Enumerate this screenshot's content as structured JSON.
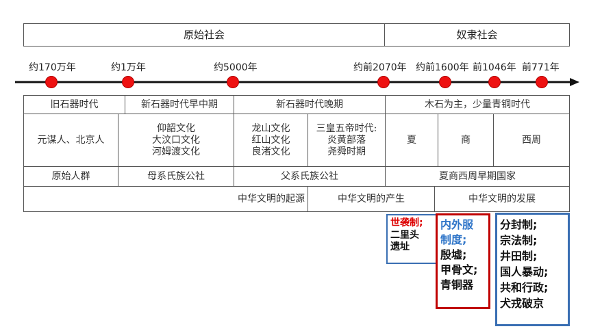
{
  "header": {
    "primitive": "原始社会",
    "slave": "奴隶社会"
  },
  "timeline": {
    "labels": [
      "约170万年",
      "约1万年",
      "约5000年",
      "约前2070年",
      "约前1600年",
      "前1046年",
      "前771年"
    ],
    "dot_color": "#ee1111"
  },
  "row_periods": [
    "旧石器时代",
    "新石器时代早中期",
    "新石器时代晚期",
    "木石为主，少量青铜时代"
  ],
  "row_cultures": [
    [
      "元谋人、北京人"
    ],
    [
      "仰韶文化",
      "大汶口文化",
      "河姆渡文化"
    ],
    [
      "龙山文化",
      "红山文化",
      "良渚文化"
    ],
    [
      "三皇五帝时代:",
      "炎黄部落",
      "尧舜时期"
    ],
    [
      "夏"
    ],
    [
      "商"
    ],
    [
      "西周"
    ]
  ],
  "row_society": [
    "原始人群",
    "母系氏族公社",
    "父系氏族公社",
    "夏商西周早期国家"
  ],
  "row_civilization": [
    "中华文明的起源",
    "中华文明的产生",
    "中华文明的发展"
  ],
  "notes": {
    "xia": {
      "red": "世袭制;",
      "black": [
        "二里头",
        "遗址"
      ]
    },
    "shang": {
      "blue": [
        "内外服",
        "制度;"
      ],
      "black": [
        "殷墟;",
        "甲骨文;",
        "青铜器"
      ]
    },
    "zhou": [
      "分封制;",
      "宗法制;",
      "井田制;",
      "国人暴动;",
      "共和行政;",
      "犬戎破京"
    ]
  },
  "colors": {
    "red": "#dd0000",
    "blue": "#2f75c8",
    "box_red": "#c00000",
    "box_blue": "#3a6fb3"
  }
}
